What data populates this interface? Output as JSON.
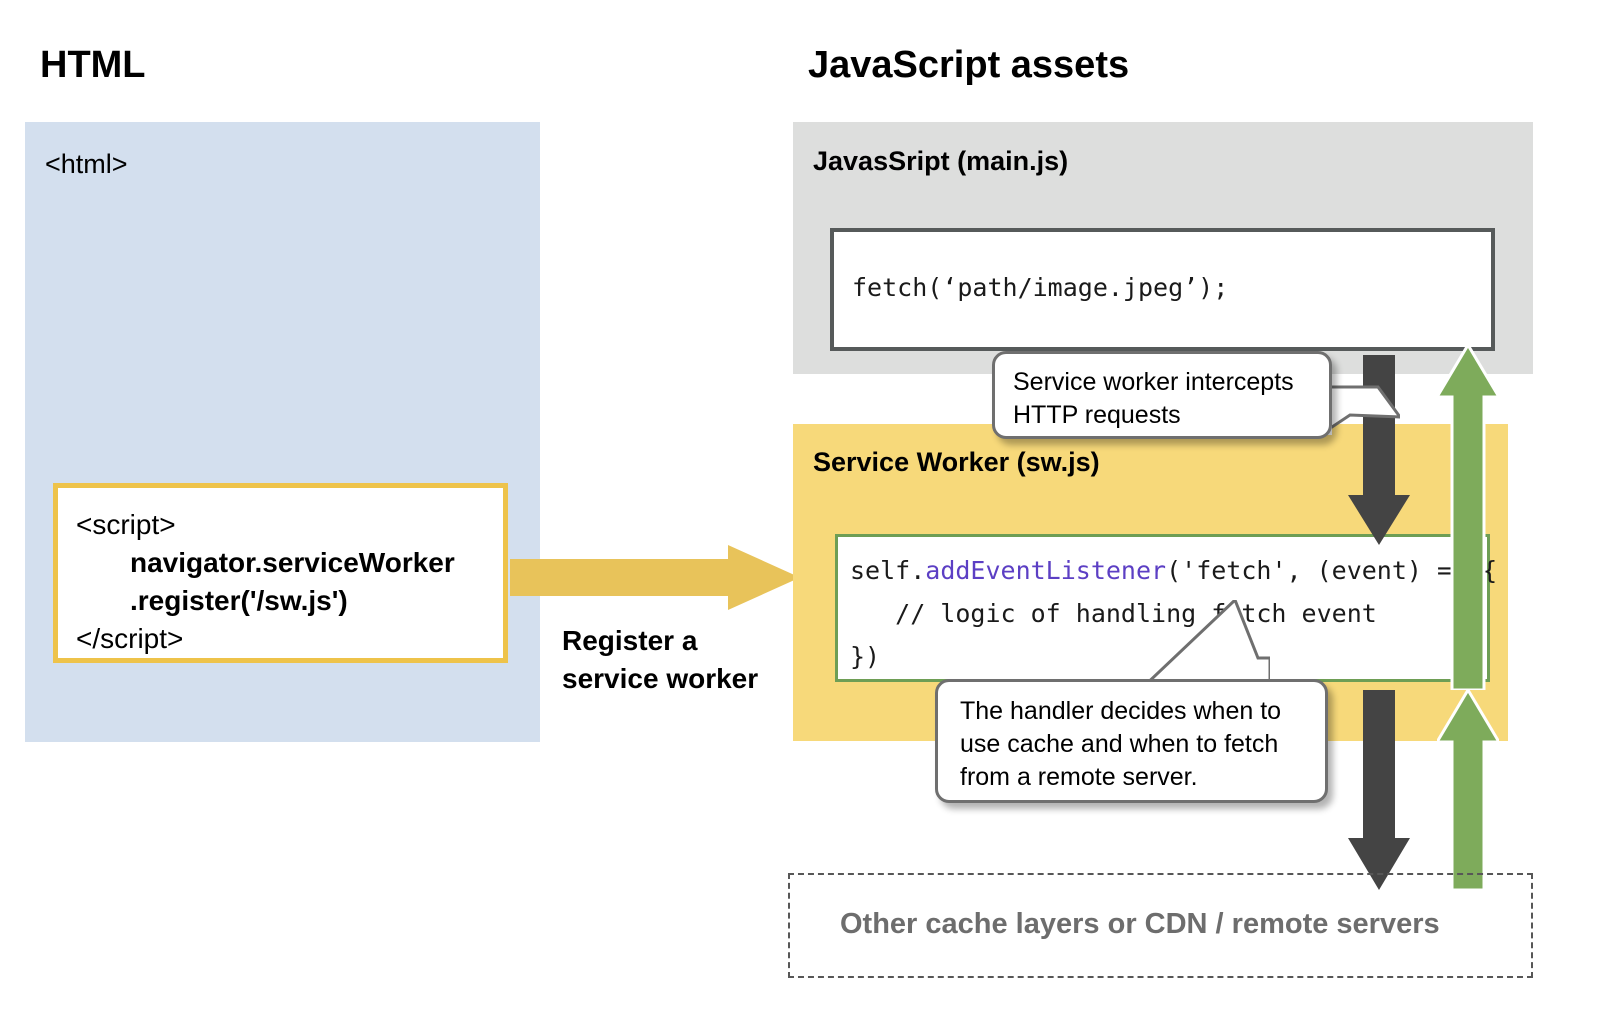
{
  "colors": {
    "html_panel_bg": "#d3dfee",
    "mainjs_panel_bg": "#dddedd",
    "sw_panel_bg": "#f7d97a",
    "register_arrow": "#e8c35a",
    "down_arrow": "#444444",
    "up_arrow": "#7eab5b",
    "code_border_main": "#565a5a",
    "code_border_sw": "#6e9e55",
    "script_border": "#eec34a",
    "remote_text": "#6d6d6d",
    "token_function": "#5c3fc4",
    "dashed_border": "#575757"
  },
  "headings": {
    "html": "HTML",
    "javascript": "JavaScript assets"
  },
  "html_panel": {
    "tag": "<html>",
    "script_box": {
      "line1": "<script>",
      "line2": "navigator.serviceWorker",
      "line3": ".register('/sw.js')",
      "line4": "</script>"
    }
  },
  "register_flow": {
    "label": "Register a\nservice worker",
    "arrow_icon": "right-arrow-icon"
  },
  "mainjs_panel": {
    "label": "JavasSript (main.js)",
    "code": "fetch(‘path/image.jpeg’);"
  },
  "sw_panel": {
    "label": "Service Worker (sw.js)",
    "code": {
      "line1_prefix": "self.",
      "line1_fn": "addEventListener",
      "line1_suffix": "('fetch', (event) => {",
      "line2": "   // logic of handling fetch event",
      "line3": "})"
    }
  },
  "callouts": {
    "intercept": "Service worker intercepts\nHTTP requests",
    "handler": "The handler decides when to\nuse cache and when to fetch\nfrom a remote server."
  },
  "remote_panel": {
    "label": "Other cache layers or CDN / remote servers"
  },
  "flow_arrows": {
    "down_1": "down-arrow-icon",
    "up_1": "up-arrow-icon",
    "down_2": "down-arrow-icon",
    "up_2": "up-arrow-icon"
  }
}
